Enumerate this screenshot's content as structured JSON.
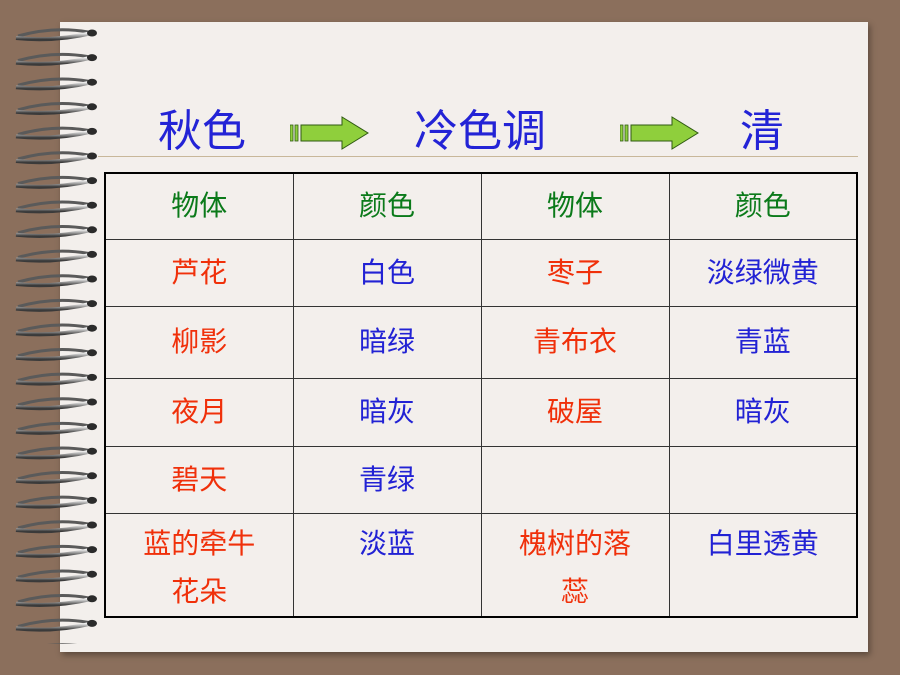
{
  "title": {
    "word1": "秋色",
    "word2": "冷色调",
    "word3": "清"
  },
  "colors": {
    "title": "#2323d6",
    "header": "#0b7a1a",
    "object": "#f0300a",
    "color_word": "#2222d4",
    "arrow_fill": "#8fcf3c"
  },
  "table": {
    "headers": [
      "物体",
      "颜色",
      "物体",
      "颜色"
    ],
    "rows": [
      [
        "芦花",
        "白色",
        "枣子",
        "淡绿微黄"
      ],
      [
        "柳影",
        "暗绿",
        "青布衣",
        "青蓝"
      ],
      [
        "夜月",
        "暗灰",
        "破屋",
        "暗灰"
      ],
      [
        "碧天",
        "青绿",
        "",
        ""
      ],
      [
        "蓝的牵牛花朵",
        "淡蓝",
        "槐树的落蕊",
        "白里透黄"
      ]
    ]
  }
}
